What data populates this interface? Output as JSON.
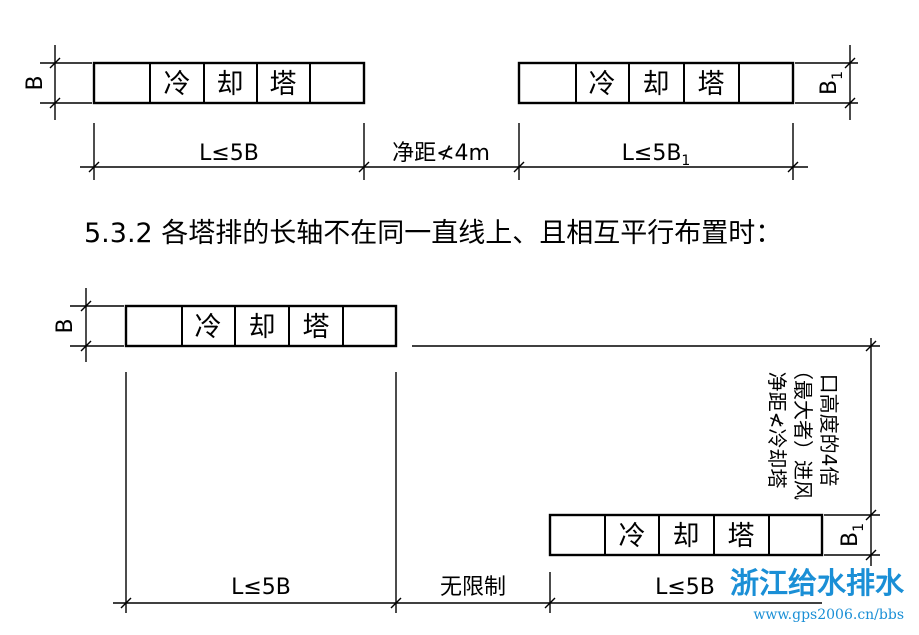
{
  "tower_label": [
    "冷",
    "却",
    "塔"
  ],
  "top": {
    "left_width_label": "B",
    "right_width_label": "B",
    "right_width_sub": "1",
    "left_length_label": "L≤5B",
    "gap_label": "净距≮4m",
    "right_length_label": "L≤5B",
    "right_length_sub": "1"
  },
  "section_heading": "5.3.2 各塔排的长轴不在同一直线上、且相互平行布置时：",
  "bottom": {
    "upper_width_label": "B",
    "lower_width_label": "B",
    "lower_width_sub": "1",
    "vertical_note_lines": [
      "净距≮冷却塔",
      "（最大者）进风",
      "口高度的4倍"
    ],
    "left_length_label": "L≤5B",
    "gap_label": "无限制",
    "right_length_label": "L≤5B"
  },
  "watermark": {
    "title": "浙江给水排水",
    "url": "www.gps2006.cn/bbs"
  }
}
